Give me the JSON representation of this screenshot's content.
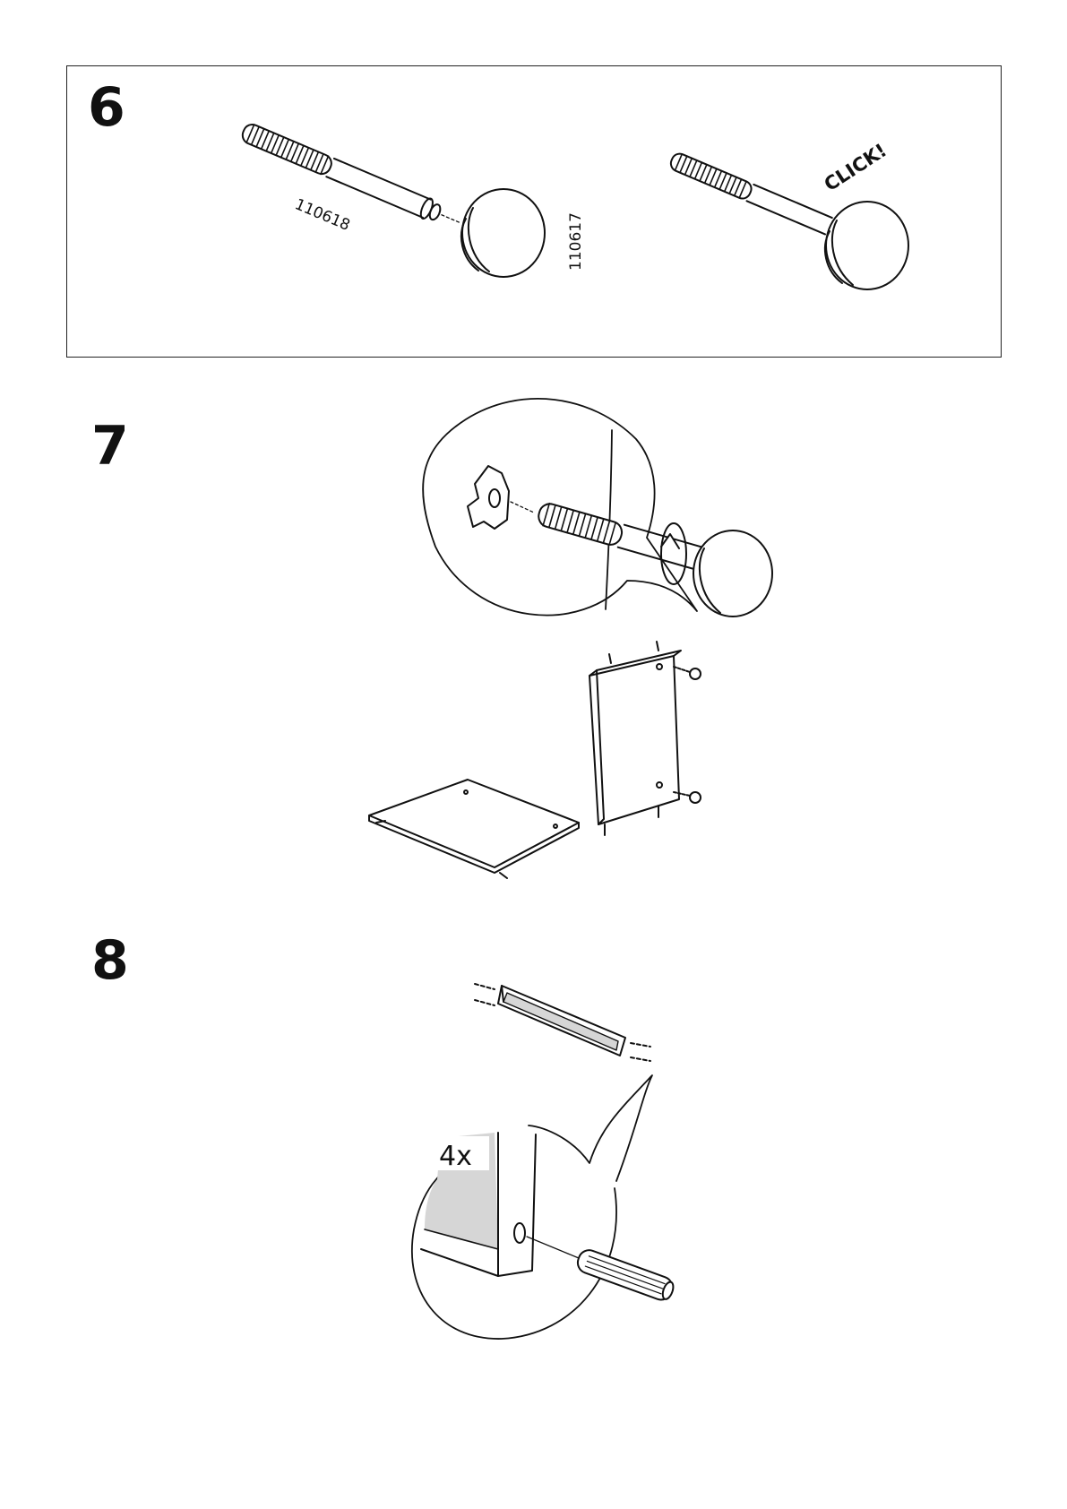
{
  "steps": [
    {
      "number": "6"
    },
    {
      "number": "7"
    },
    {
      "number": "8"
    }
  ],
  "step6": {
    "bolt_part_no": "110618",
    "knob_part_no": "110617",
    "click_label": "CLICK!"
  },
  "step8": {
    "quantity_label": "4x"
  },
  "colors": {
    "line": "#111111",
    "fill_gray": "#d6d6d6",
    "paper": "#ffffff"
  }
}
